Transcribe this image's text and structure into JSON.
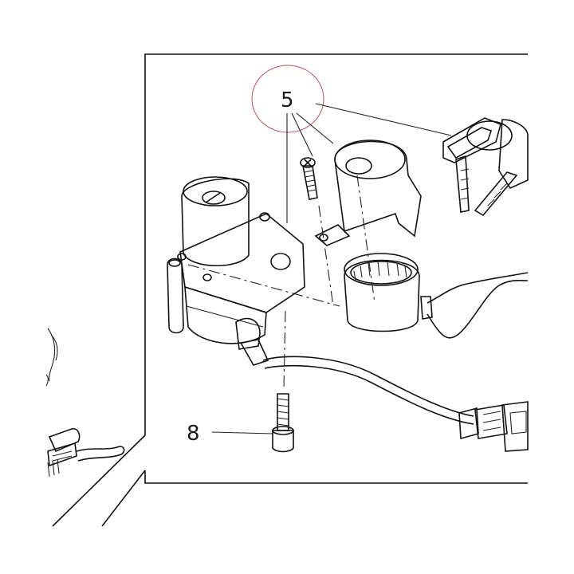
{
  "callouts": [
    {
      "id": "5",
      "label": "5"
    },
    {
      "id": "8",
      "label": "8"
    }
  ],
  "colors": {
    "background": "#ffffff",
    "part_fill": "#c4c4c4",
    "outline": "#111111",
    "highlight_circle": "#c94a5a"
  }
}
